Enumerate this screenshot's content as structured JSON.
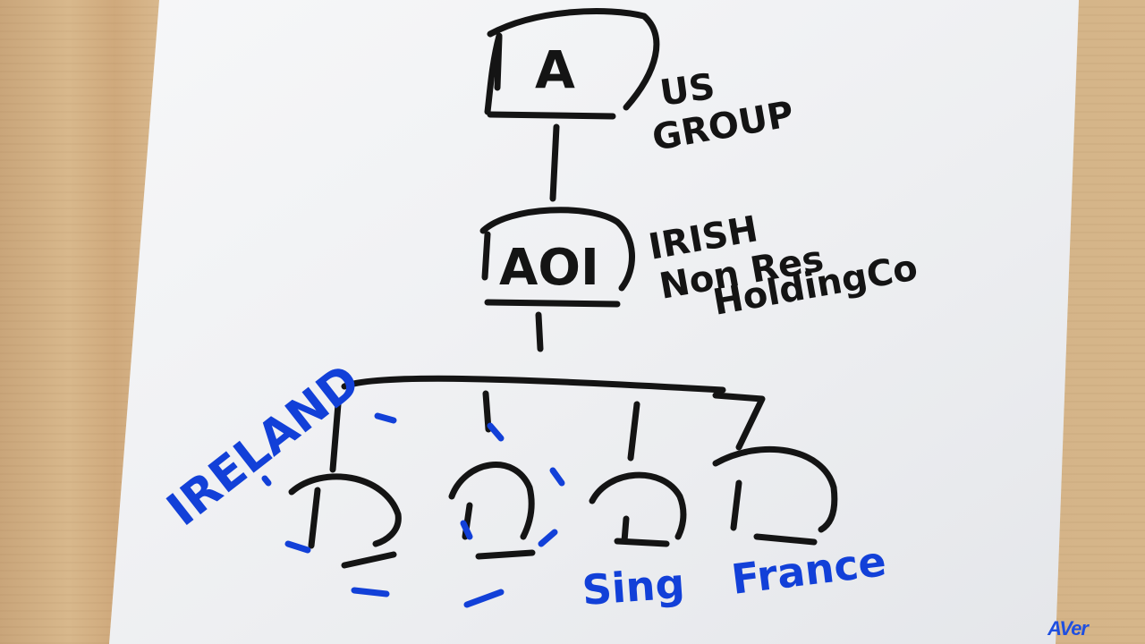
{
  "top_node": {
    "code": "A",
    "label_line1": "US",
    "label_line2": "GROUP"
  },
  "holding_node": {
    "code": "AOI",
    "label_line1": "IRISH",
    "label_line2": "Non Res",
    "label_line3": "HoldingCo"
  },
  "blue_labels": {
    "left": "IRELAND",
    "sing": "Sing",
    "france": "France"
  },
  "watermark": "AVer",
  "colors": {
    "black_ink": "#141414",
    "blue_ink": "#1240d8",
    "paper": "#f4f5f7"
  }
}
